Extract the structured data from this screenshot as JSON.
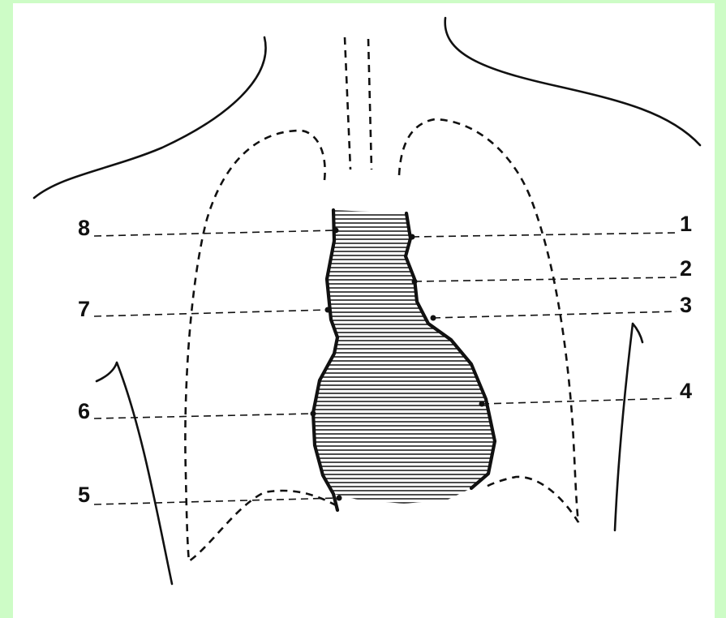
{
  "labels": [
    {
      "id": "label-1",
      "text": "1"
    },
    {
      "id": "label-2",
      "text": "2"
    },
    {
      "id": "label-3",
      "text": "3"
    },
    {
      "id": "label-4",
      "text": "4"
    },
    {
      "id": "label-5",
      "text": "5"
    },
    {
      "id": "label-6",
      "text": "6"
    },
    {
      "id": "label-7",
      "text": "7"
    },
    {
      "id": "label-8",
      "text": "8"
    }
  ],
  "colors": {
    "border": "#cdfcc6",
    "ink": "#111111",
    "paper": "#ffffff"
  }
}
